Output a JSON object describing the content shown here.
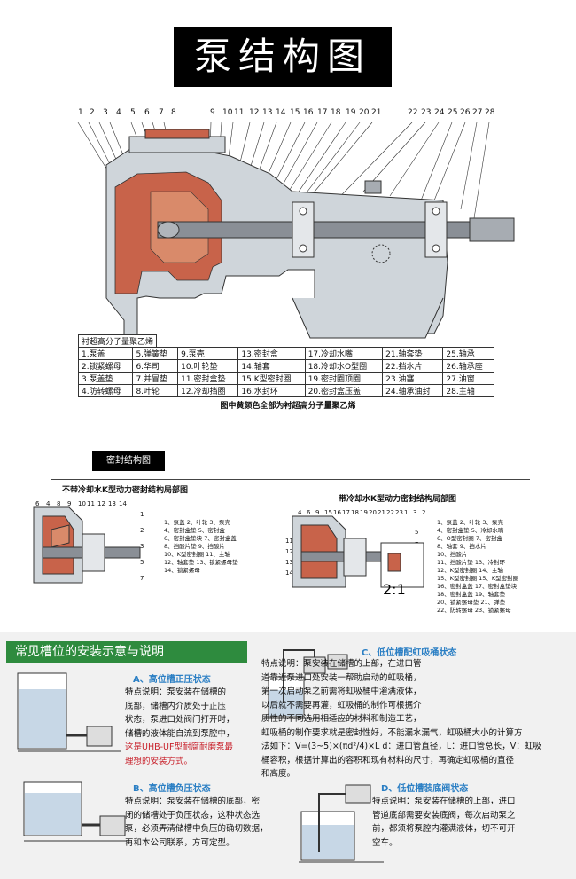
{
  "title": "泵结构图",
  "part_numbers": [
    "1",
    "2",
    "3",
    "4",
    "5",
    "6",
    "7",
    "8",
    "9",
    "10",
    "11",
    "12",
    "13",
    "14",
    "15",
    "16",
    "17",
    "18",
    "19",
    "20",
    "21",
    "22",
    "23",
    "24",
    "25",
    "26",
    "27",
    "28"
  ],
  "material_label": "衬超高分子量聚乙烯",
  "legend": [
    [
      "1.泵盖",
      "5.弹簧垫",
      "9.泵壳",
      "13.密封盒",
      "17.冷却水嘴",
      "21.轴套垫",
      "25.轴承"
    ],
    [
      "2.锁紧螺母",
      "6.华司",
      "10.叶轮垫",
      "14.轴套",
      "18.冷却水O型圈",
      "22.挡水片",
      "26.轴承座"
    ],
    [
      "3.泵盖垫",
      "7.并冒垫",
      "11.密封盒垫",
      "15.K型密封圈",
      "19.密封圈顶圈",
      "23.油塞",
      "27.油窗"
    ],
    [
      "4.防转螺母",
      "8.叶轮",
      "12.冷却挡圈",
      "16.水封环",
      "20.密封盒压盖",
      "24.轴承油封",
      "28.主轴"
    ]
  ],
  "caption": "图中黄颜色全部为衬超高分子量聚乙烯",
  "seal_section": {
    "badge": "密封结构图",
    "left_title": "不带冷却水K型动力密封结构局部图",
    "right_title": "带冷却水K型动力密封结构局部图",
    "left_list": [
      "1、泵盖    2、叶轮  3、泵壳",
      "4、密封盒垫 5、密封盒",
      "6、密封盒垫块 7、密封盒盖",
      "8、挡酸片垫  9、挡酸片",
      "10、K型密封圈 11、主轴",
      "12、轴套垫 13、锁紧螺母垫",
      "14、锁紧螺母"
    ],
    "right_list": [
      "1、泵盖    2、叶轮  3、泵壳",
      "4、密封盒垫  5、冷却水嘴",
      "6、O型密封圈 7、密封盒",
      "8、轴套  9、挡水片",
      "10、挡酸片",
      "11、挡酸片垫  13、冷封环",
      "12、K型密封圈 14、主轴",
      "15、K型密封圈 15、K型密封圈",
      "16、密封盒盖  17、密封盒垫块",
      "18、密封盒盖  19、轴套垫",
      "20、锁紧螺母垫 21、弹垫",
      "22、防转螺母  23、锁紧螺母"
    ],
    "left_callouts": [
      "6",
      "4",
      "8",
      "9",
      "10",
      "11",
      "12",
      "13",
      "14",
      "1",
      "2",
      "3",
      "5",
      "7"
    ],
    "right_callouts": [
      "11",
      "12",
      "13",
      "14",
      "4",
      "6",
      "9",
      "15",
      "16",
      "17",
      "18",
      "19",
      "20",
      "21",
      "22",
      "23",
      "1",
      "3",
      "2",
      "5",
      "7",
      "8",
      "10"
    ],
    "inset_label": "2:1"
  },
  "install": {
    "header": "常见槽位的安装示意与说明",
    "A": {
      "title": "A、高位槽正压状态",
      "lines": [
        "特点说明：泵安装在储槽的",
        "底部，储槽内介质处于正压",
        "状态，泵进口处阀门打开时，",
        "储槽的液体能自流到泵腔中，"
      ],
      "red_lines": [
        "这是UHB-UF型耐腐耐磨泵最",
        "理想的安装方式。"
      ]
    },
    "B": {
      "title": "B、高位槽负压状态",
      "lines": [
        "特点说明：泵安装在储槽的底部，密",
        "闭的储槽处于负压状态，这种状态选",
        "泵，必须弄清储槽中负压的确切数据，",
        "再和本公司联系，方可定型。"
      ]
    },
    "C": {
      "title": "C、低位槽配虹吸桶状态",
      "lines": [
        "特点说明：泵安装在储槽的上部，在进口管",
        "道靠近泵进口处安装一帮助启动的虹吸桶，",
        "第一次启动泵之前需将虹吸桶中灌满液体，",
        "以后就不需要再灌，虹吸桶的制作可根据介",
        "质性的不同选用相适应的材料和制造工艺，",
        "虹吸桶的制作要求就是密封性好，不能漏水漏气，虹吸桶大小的计算方",
        "法如下：V=(3~5)×(πd²/4)×L    d：进口管直径，L：进口管总长，V：虹吸",
        "桶容积，根据计算出的容积和现有材料的尺寸，再确定虹吸桶的直径",
        "和高度。"
      ]
    },
    "D": {
      "title": "D、低位槽装底阀状态",
      "lines": [
        "特点说明：泵安装在储槽的上部，进口",
        "管道底部需要安装底阀，每次启动泵之",
        "前，都须将泵腔内灌满液体，切不可开",
        "空车。"
      ]
    }
  },
  "colors": {
    "accent_green": "#2e8b3e",
    "title_blue": "#2b7fc4",
    "liner_red": "#c8634a",
    "note_red": "#c8202a",
    "body_gray": "#c9cfd6"
  }
}
